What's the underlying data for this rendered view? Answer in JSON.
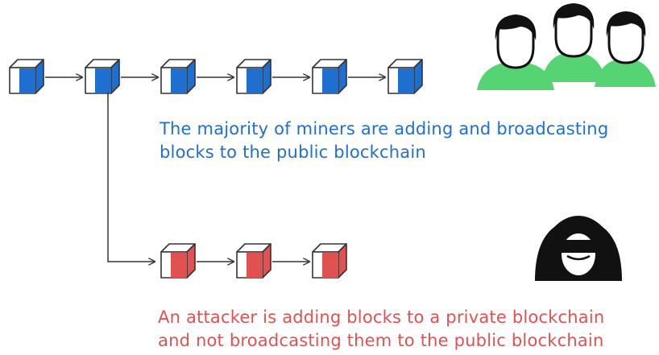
{
  "public_chain": {
    "caption_lines": [
      "The majority of miners are adding and broadcasting",
      "blocks to the public blockchain"
    ],
    "block_count": 6,
    "color": "#1f6fd1"
  },
  "private_chain": {
    "caption_lines": [
      "An attacker is adding blocks to a private blockchain",
      "and not broadcasting them to the public blockchain"
    ],
    "block_count": 3,
    "color": "#e05252"
  },
  "miners": {
    "icon": "miners-group-icon",
    "count": 3,
    "color": "#56d473"
  },
  "attacker": {
    "icon": "hooded-attacker-icon",
    "color": "#111111"
  },
  "arrow_color": "#333333"
}
